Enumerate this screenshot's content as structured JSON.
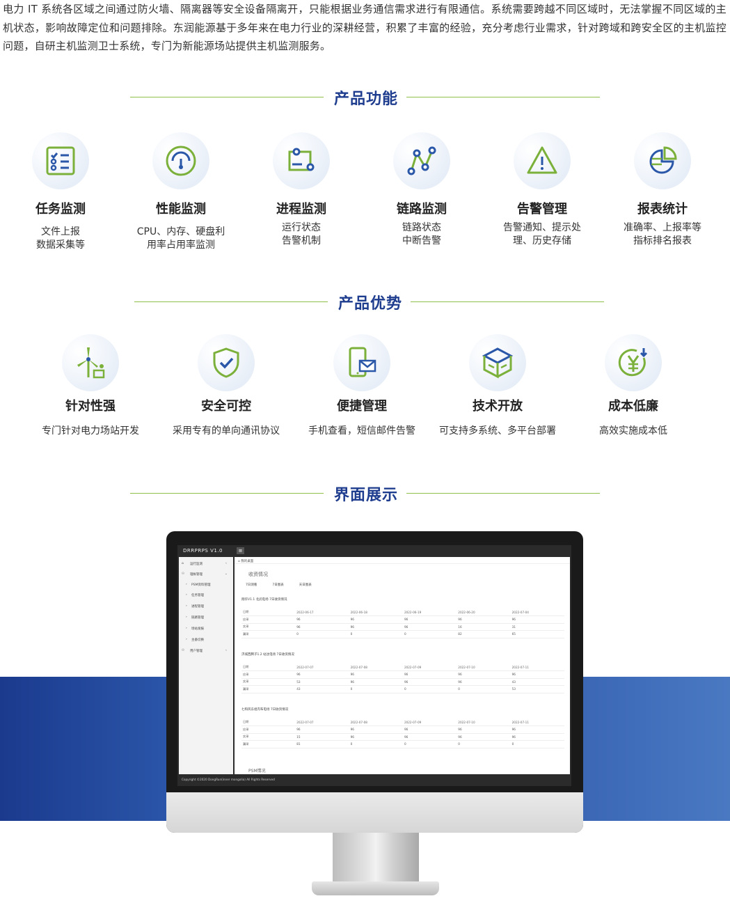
{
  "intro": "电力 IT 系统各区域之间通过防火墙、隔离器等安全设备隔离开，只能根据业务通信需求进行有限通信。系统需要跨越不同区域时，无法掌握不同区域的主机状态，影响故障定位和问题排除。东润能源基于多年来在电力行业的深耕经营，积累了丰富的经验，充分考虑行业需求，针对跨域和跨安全区的主机监控问题，自研主机监测卫士系统，专门为新能源场站提供主机监测服务。",
  "sections": {
    "features_title": "产品功能",
    "advantages_title": "产品优势",
    "showcase_title": "界面展示"
  },
  "features": [
    {
      "title": "任务监测",
      "desc1": "文件上报",
      "desc2": "数据采集等",
      "icon": "checklist-icon"
    },
    {
      "title": "性能监测",
      "desc1": "CPU、内存、硬盘利",
      "desc2": "用率占用率监测",
      "icon": "gauge-icon"
    },
    {
      "title": "进程监测",
      "desc1": "运行状态",
      "desc2": "告警机制",
      "icon": "process-icon"
    },
    {
      "title": "链路监测",
      "desc1": "链路状态",
      "desc2": "中断告警",
      "icon": "link-icon"
    },
    {
      "title": "告警管理",
      "desc1": "告警通知、提示处",
      "desc2": "理、历史存储",
      "icon": "warning-icon"
    },
    {
      "title": "报表统计",
      "desc1": "准确率、上报率等",
      "desc2": "指标排名报表",
      "icon": "pie-chart-icon"
    }
  ],
  "advantages": [
    {
      "title": "针对性强",
      "desc": "专门针对电力场站开发",
      "icon": "wind-turbine-icon"
    },
    {
      "title": "安全可控",
      "desc": "采用专有的单向通讯协议",
      "icon": "shield-check-icon"
    },
    {
      "title": "便捷管理",
      "desc": "手机查看，短信邮件告警",
      "icon": "phone-mail-icon"
    },
    {
      "title": "技术开放",
      "desc": "可支持多系统、多平台部署",
      "icon": "cube-icon"
    },
    {
      "title": "成本低廉",
      "desc": "高效实施成本低",
      "icon": "yen-icon"
    }
  ],
  "app": {
    "logo": "DRRPRPS V1.0",
    "menu_icon": "≡",
    "sidebar": [
      {
        "label": "运行监测",
        "arrow": "‹"
      },
      {
        "label": "理帐管理",
        "arrow": "⌄"
      },
      {
        "label": "PSM资料管理",
        "arrow": ""
      },
      {
        "label": "任务管理",
        "arrow": ""
      },
      {
        "label": "进程管理",
        "arrow": ""
      },
      {
        "label": "链路管理",
        "arrow": ""
      },
      {
        "label": "场站发报",
        "arrow": ""
      },
      {
        "label": "主备切换",
        "arrow": ""
      },
      {
        "label": "用户管理",
        "arrow": "‹"
      }
    ],
    "breadcrumb": "⌂ 我的桌面",
    "panel_title": "收资情况",
    "tabs": [
      "7日测看",
      "7日图表",
      "天日图表"
    ],
    "groups": [
      {
        "title": "翔华V1.1 北武电场 7日收资情况",
        "rows": [
          [
            "日期",
            "2022-06-17",
            "2022-06-18",
            "2022-06-19",
            "2022-06-20",
            "2022-07-04"
          ],
          [
            "应采",
            "96",
            "96",
            "96",
            "96",
            "96"
          ],
          [
            "实采",
            "96",
            "96",
            "96",
            "16",
            "31"
          ],
          [
            "漏采",
            "0",
            "0",
            "0",
            "82",
            "65"
          ]
        ]
      },
      {
        "title": "济城西腾子1.2 站沈电场 7日收资情况",
        "rows": [
          [
            "日期",
            "2022-07-07",
            "2022-07-08",
            "2022-07-09",
            "2022-07-10",
            "2022-07-11"
          ],
          [
            "应采",
            "96",
            "96",
            "96",
            "96",
            "96"
          ],
          [
            "实采",
            "53",
            "96",
            "96",
            "96",
            "43"
          ],
          [
            "漏采",
            "43",
            "0",
            "0",
            "0",
            "53"
          ]
        ]
      },
      {
        "title": "七和风东组内布电场 7日收资情况",
        "rows": [
          [
            "日期",
            "2022-07-07",
            "2022-07-08",
            "2022-07-09",
            "2022-07-10",
            "2022-07-11"
          ],
          [
            "应采",
            "96",
            "96",
            "96",
            "96",
            "96"
          ],
          [
            "实采",
            "15",
            "96",
            "96",
            "96",
            "96"
          ],
          [
            "漏采",
            "81",
            "0",
            "0",
            "0",
            "0"
          ]
        ]
      }
    ],
    "psm_label": "PSM情况",
    "footer": "Copyright ©2020 DongRun(inner mongolia) All Rights Reserved"
  },
  "colors": {
    "accent_green": "#7bb03a",
    "title_blue": "#1f3d8f",
    "band_blue": "#1b3a8e"
  }
}
